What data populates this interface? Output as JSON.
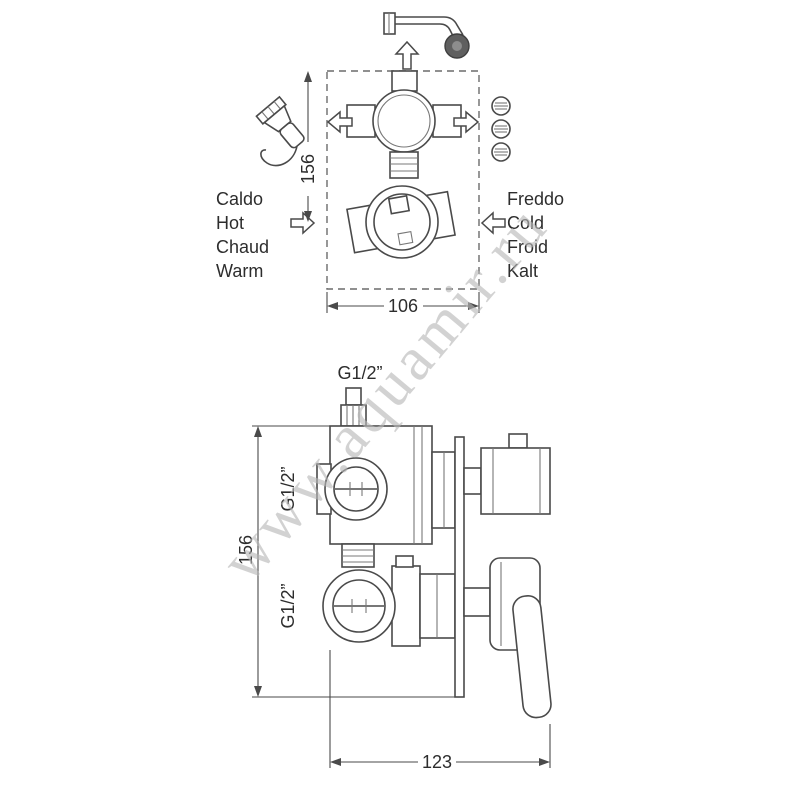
{
  "watermark": {
    "text": "www.aquamir.ru"
  },
  "colors": {
    "line": "#4a4a4a",
    "dashed_box": "#6b6b6b",
    "text": "#2d2d2d",
    "watermark": "#b8b8b8",
    "background": "#ffffff"
  },
  "top_view": {
    "hot_labels": [
      "Caldo",
      "Hot",
      "Chaud",
      "Warm"
    ],
    "cold_labels": [
      "Freddo",
      "Cold",
      "Froid",
      "Kalt"
    ],
    "height_dim": "156",
    "width_dim": "106"
  },
  "side_view": {
    "top_thread": "G1/2”",
    "upper_port_thread": "G1/2”",
    "lower_port_thread": "G1/2”",
    "height_dim": "156",
    "width_dim": "123"
  }
}
